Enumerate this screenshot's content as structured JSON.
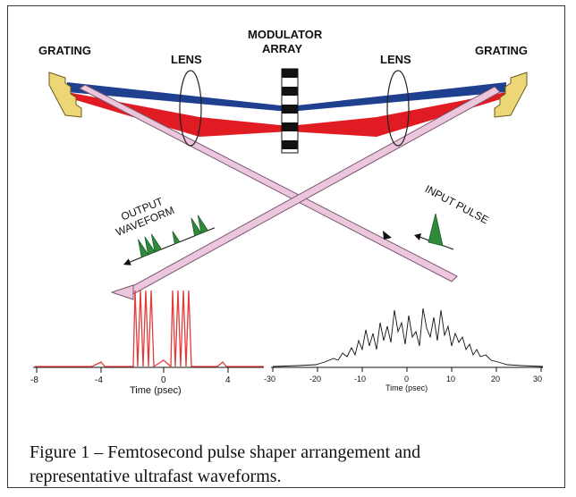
{
  "diagram": {
    "labels": {
      "grating_left": "GRATING",
      "grating_right": "GRATING",
      "lens_left": "LENS",
      "lens_right": "LENS",
      "modulator_line1": "MODULATOR",
      "modulator_line2": "ARRAY",
      "output_line1": "OUTPUT",
      "output_line2": "WAVEFORM",
      "input": "INPUT PULSE"
    },
    "colors": {
      "blue_beam": "#1f3f8f",
      "red_beam": "#e01b22",
      "pink_beam": "#ecc6dc",
      "green_pulse": "#2e8b3a",
      "grating_fill": "#ecd676",
      "plot_red": "#e43a3a"
    }
  },
  "plots": {
    "left": {
      "ticks": [
        "-8",
        "-4",
        "0",
        "4"
      ],
      "xlabel": "Time (psec)"
    },
    "right": {
      "ticks": [
        "-30",
        "-20",
        "-10",
        "0",
        "10",
        "20",
        "30"
      ],
      "xlabel": "Time (psec)"
    }
  },
  "caption": {
    "line1": "Figure 1 – Femtosecond pulse shaper arrangement and",
    "line2": "representative ultrafast waveforms."
  }
}
